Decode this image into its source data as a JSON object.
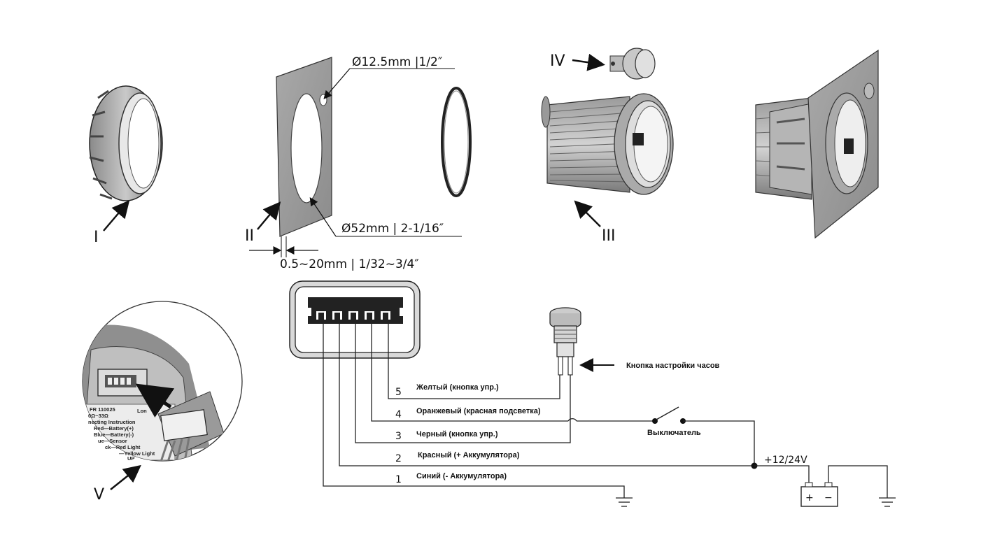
{
  "dimensions": {
    "small_hole": "Ø12.5mm |1/2″",
    "large_hole": "Ø52mm | 2-1/16″",
    "thickness": "0.5~20mm | 1/32~3/4″"
  },
  "part_labels": {
    "i": "I",
    "ii": "II",
    "iii": "III",
    "iv": "IV",
    "v": "V"
  },
  "wiring": {
    "wires": [
      {
        "num": "5",
        "label": "Желтый (кнопка упр.)"
      },
      {
        "num": "4",
        "label": "Оранжевый (красная подсветка)"
      },
      {
        "num": "3",
        "label": "Черный (кнопка упр.)"
      },
      {
        "num": "2",
        "label": "Красный (+ Аккумулятора)"
      },
      {
        "num": "1",
        "label": "Синий (- Аккумулятора)"
      }
    ],
    "button_label": "Кнопка настройки часов",
    "switch_label": "Выключатель",
    "supply_label": "+12/24V",
    "battery_plus": "+",
    "battery_minus": "−"
  },
  "closeup": {
    "line1": "FR 110025",
    "line2": "0Ω~33Ω",
    "line3": "Lon",
    "line4": "necting Instruction",
    "line5": "Red—Battery(+)",
    "line6": "Blue—Battery(-)",
    "line7": "ue—Sensor",
    "line8": "ck—Red Light",
    "line9": "—Yellow Light",
    "line10": "UP"
  }
}
